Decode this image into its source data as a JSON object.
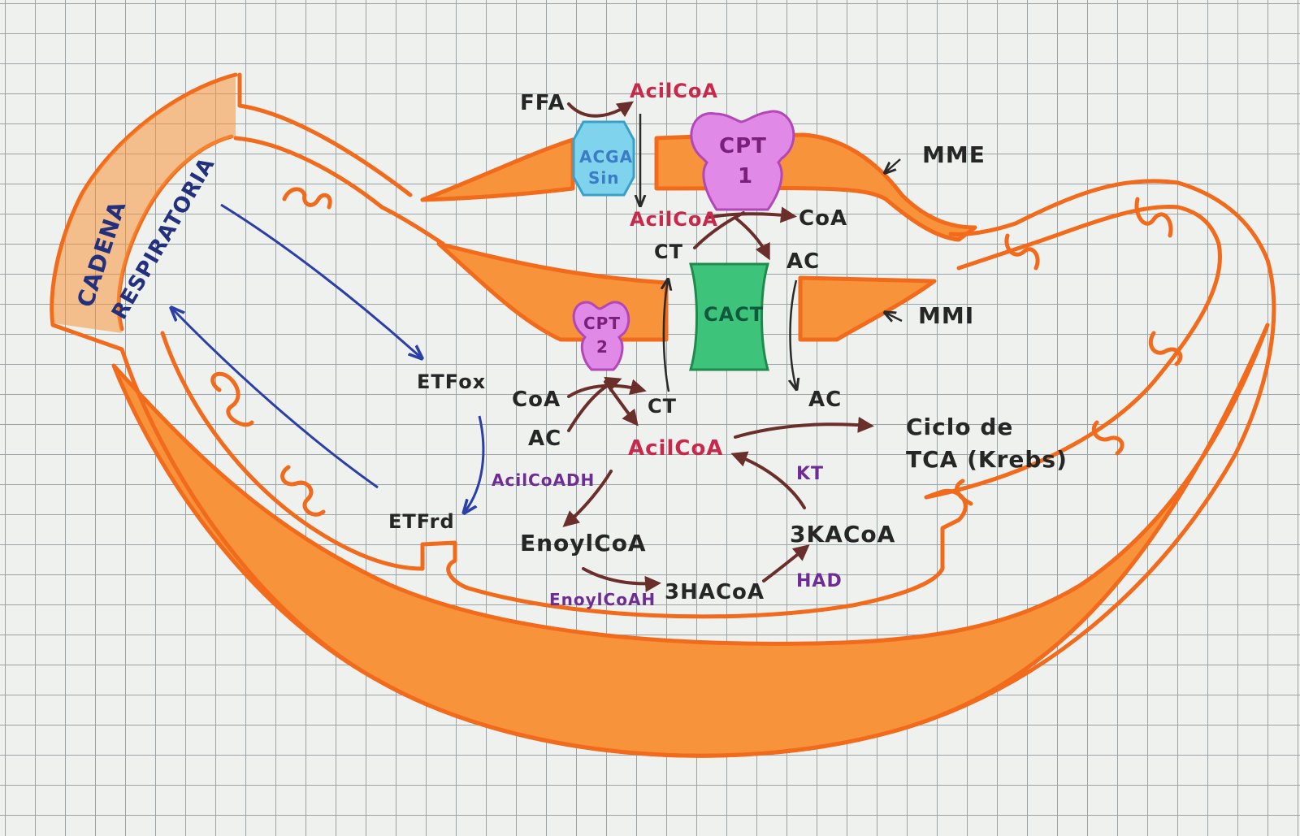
{
  "colors": {
    "membrane": "#f7933a",
    "membrane_stroke": "#f26a1b",
    "cpt": "#e089e6",
    "acga_sin": "#7fd3ec",
    "cact": "#3ec47a",
    "arrow_brown": "#6a2f2a",
    "arrow_blue": "#2c3ea8",
    "grid": "#9aa3a6"
  },
  "labels": {
    "cadena": "CADENA",
    "respiratoria": "RESPIRATORIA",
    "ffa": "FFA",
    "acilcoa_top": "AcilCoA",
    "acga_line1": "ACGA",
    "acga_line2": "Sin",
    "cpt1_line1": "CPT",
    "cpt1_line2": "1",
    "mme": "MME",
    "mmi": "MMI",
    "acilcoa_mid": "AcilCoA",
    "coa_right": "CoA",
    "ct_top": "CT",
    "ac_top": "AC",
    "cact": "CACT",
    "cpt2_line1": "CPT",
    "cpt2_line2": "2",
    "ac_bottom_right": "AC",
    "etfox": "ETFox",
    "coa_left": "CoA",
    "ct_bottom": "CT",
    "ac_left": "AC",
    "acilcoa_matrix": "AcilCoA",
    "ciclo_line1": "Ciclo de",
    "ciclo_line2": "TCA (Krebs)",
    "acilcoadh": "AcilCoADH",
    "kt": "KT",
    "etfrd": "ETFrd",
    "enoylcoa": "EnoylCoA",
    "thkacoa": "3KACoA",
    "enoylcoah": "EnoylCoAH",
    "thacoa": "3HACoA",
    "had": "HAD"
  }
}
